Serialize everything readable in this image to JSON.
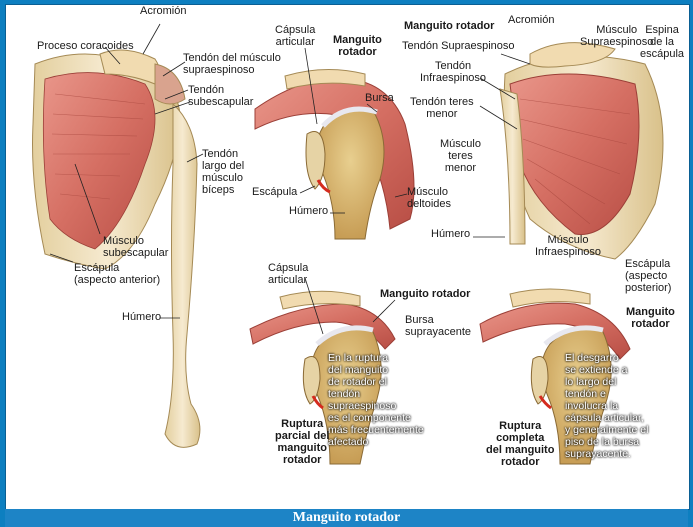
{
  "footer_title": "Manguito rotador",
  "anterior": {
    "acromion": "Acromión",
    "coracoid": "Proceso coracoides",
    "supraspinatus_tendon": "Tendón del músculo\nsupraespinoso",
    "subscapular_tendon": "Tendón\nsubescapular",
    "biceps_tendon": "Tendón\nlargo del\nmúsculo\nbíceps",
    "subscapular_muscle": "Músculo\nsubescapular",
    "scapula": "Escápula\n(aspecto anterior)",
    "humerus": "Húmero"
  },
  "coronal": {
    "capsule": "Cápsula\narticular",
    "rotator_cuff": "Manguito\nrotador",
    "bursa": "Bursa",
    "scapula": "Escápula",
    "humerus": "Húmero",
    "deltoid": "Músculo\ndeltoides"
  },
  "posterior": {
    "title": "Manguito rotador",
    "acromion": "Acromión",
    "supraspinatus_muscle": "Músculo\nSupraespinoso",
    "spine": "Espina\nde la\nescápula",
    "supraspinatus_tendon": "Tendón Supraespinoso",
    "infraspinatus_tendon": "Tendón\nInfraespinoso",
    "teres_minor_tendon": "Tendón teres\nmenor",
    "teres_minor": "Músculo\nteres\nmenor",
    "humerus": "Húmero",
    "infraspinatus": "Músculo\nInfraespinoso",
    "scapula": "Escápula\n(aspecto\nposterior)"
  },
  "partial": {
    "capsule": "Cápsula\narticular",
    "rotator_cuff": "Manguito rotador",
    "bursa": "Bursa\nsuprayacente",
    "note": "En la ruptura\ndel manguito\nde rotador el\ntendón\nsupraespinoso\nes el componente\nmás frecuentemente\nafectado",
    "caption": "Ruptura\nparcial del\nmanguito\nrotador"
  },
  "complete": {
    "rotator_cuff": "Manguito\nrotador",
    "note": "El desgarro\nse extiende a\nlo largo del\ntendón e\ninvolucra la\ncápsula articular,\ny generalmente el\npiso de la bursa\nsuprayacente.",
    "caption": "Ruptura\ncompleta\ndel manguito\nrotador"
  }
}
